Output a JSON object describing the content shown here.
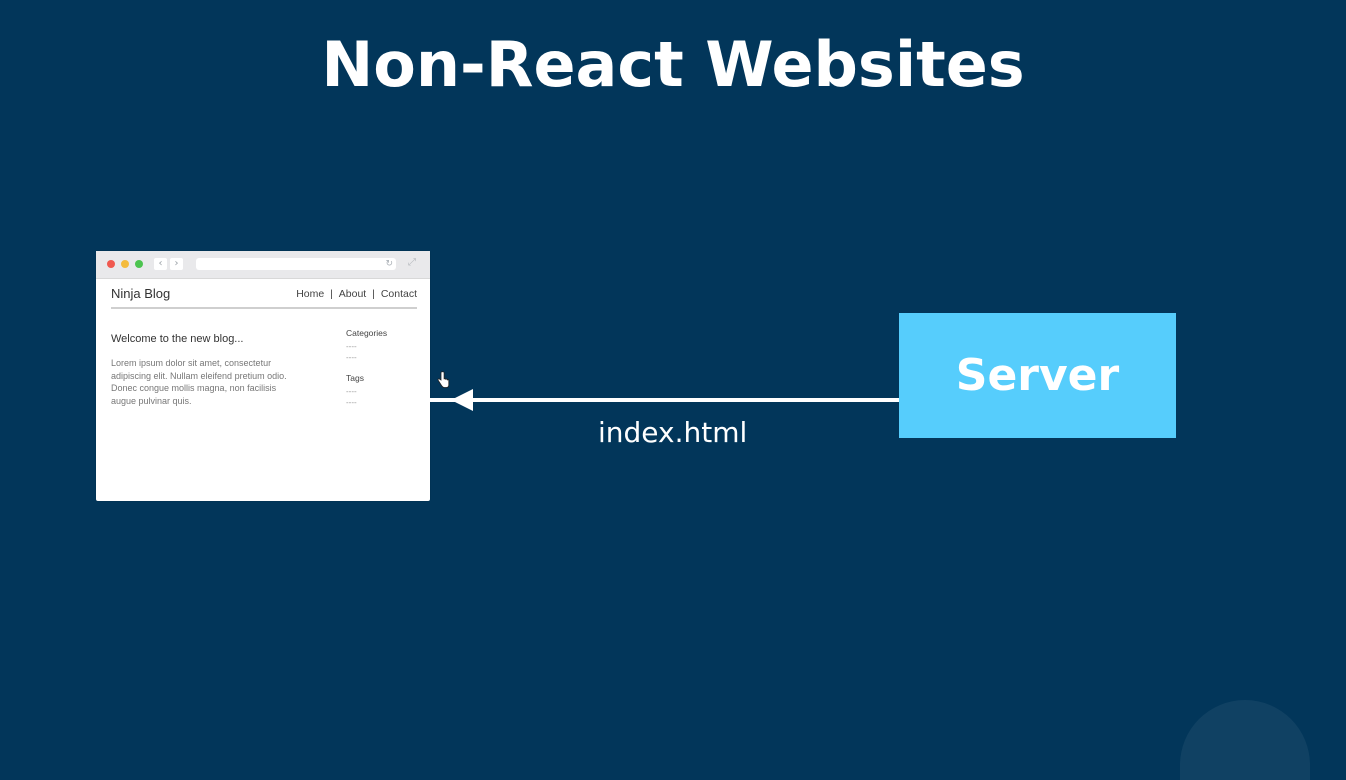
{
  "slide": {
    "title": "Non-React Websites"
  },
  "browser": {
    "site_title": "Ninja Blog",
    "nav": [
      "Home",
      "About",
      "Contact"
    ],
    "nav_separator": "|",
    "post_title": "Welcome to the new blog...",
    "post_body": "Lorem ipsum dolor sit amet, consectetur adipiscing elit. Nullam eleifend pretium odio. Donec congue mollis magna, non facilisis augue pulvinar quis.",
    "sidebar": {
      "categories_heading": "Categories",
      "categories_items": [
        "----",
        "----"
      ],
      "tags_heading": "Tags",
      "tags_items": [
        "----",
        "----"
      ]
    },
    "icons": {
      "back": "chevron-left-icon",
      "forward": "chevron-right-icon",
      "reload": "reload-icon",
      "expand": "expand-icon"
    }
  },
  "arrow": {
    "label": "index.html",
    "direction": "server-to-browser"
  },
  "server": {
    "label": "Server",
    "color": "#56cdfc"
  },
  "colors": {
    "background": "#02365a",
    "text": "#ffffff"
  }
}
